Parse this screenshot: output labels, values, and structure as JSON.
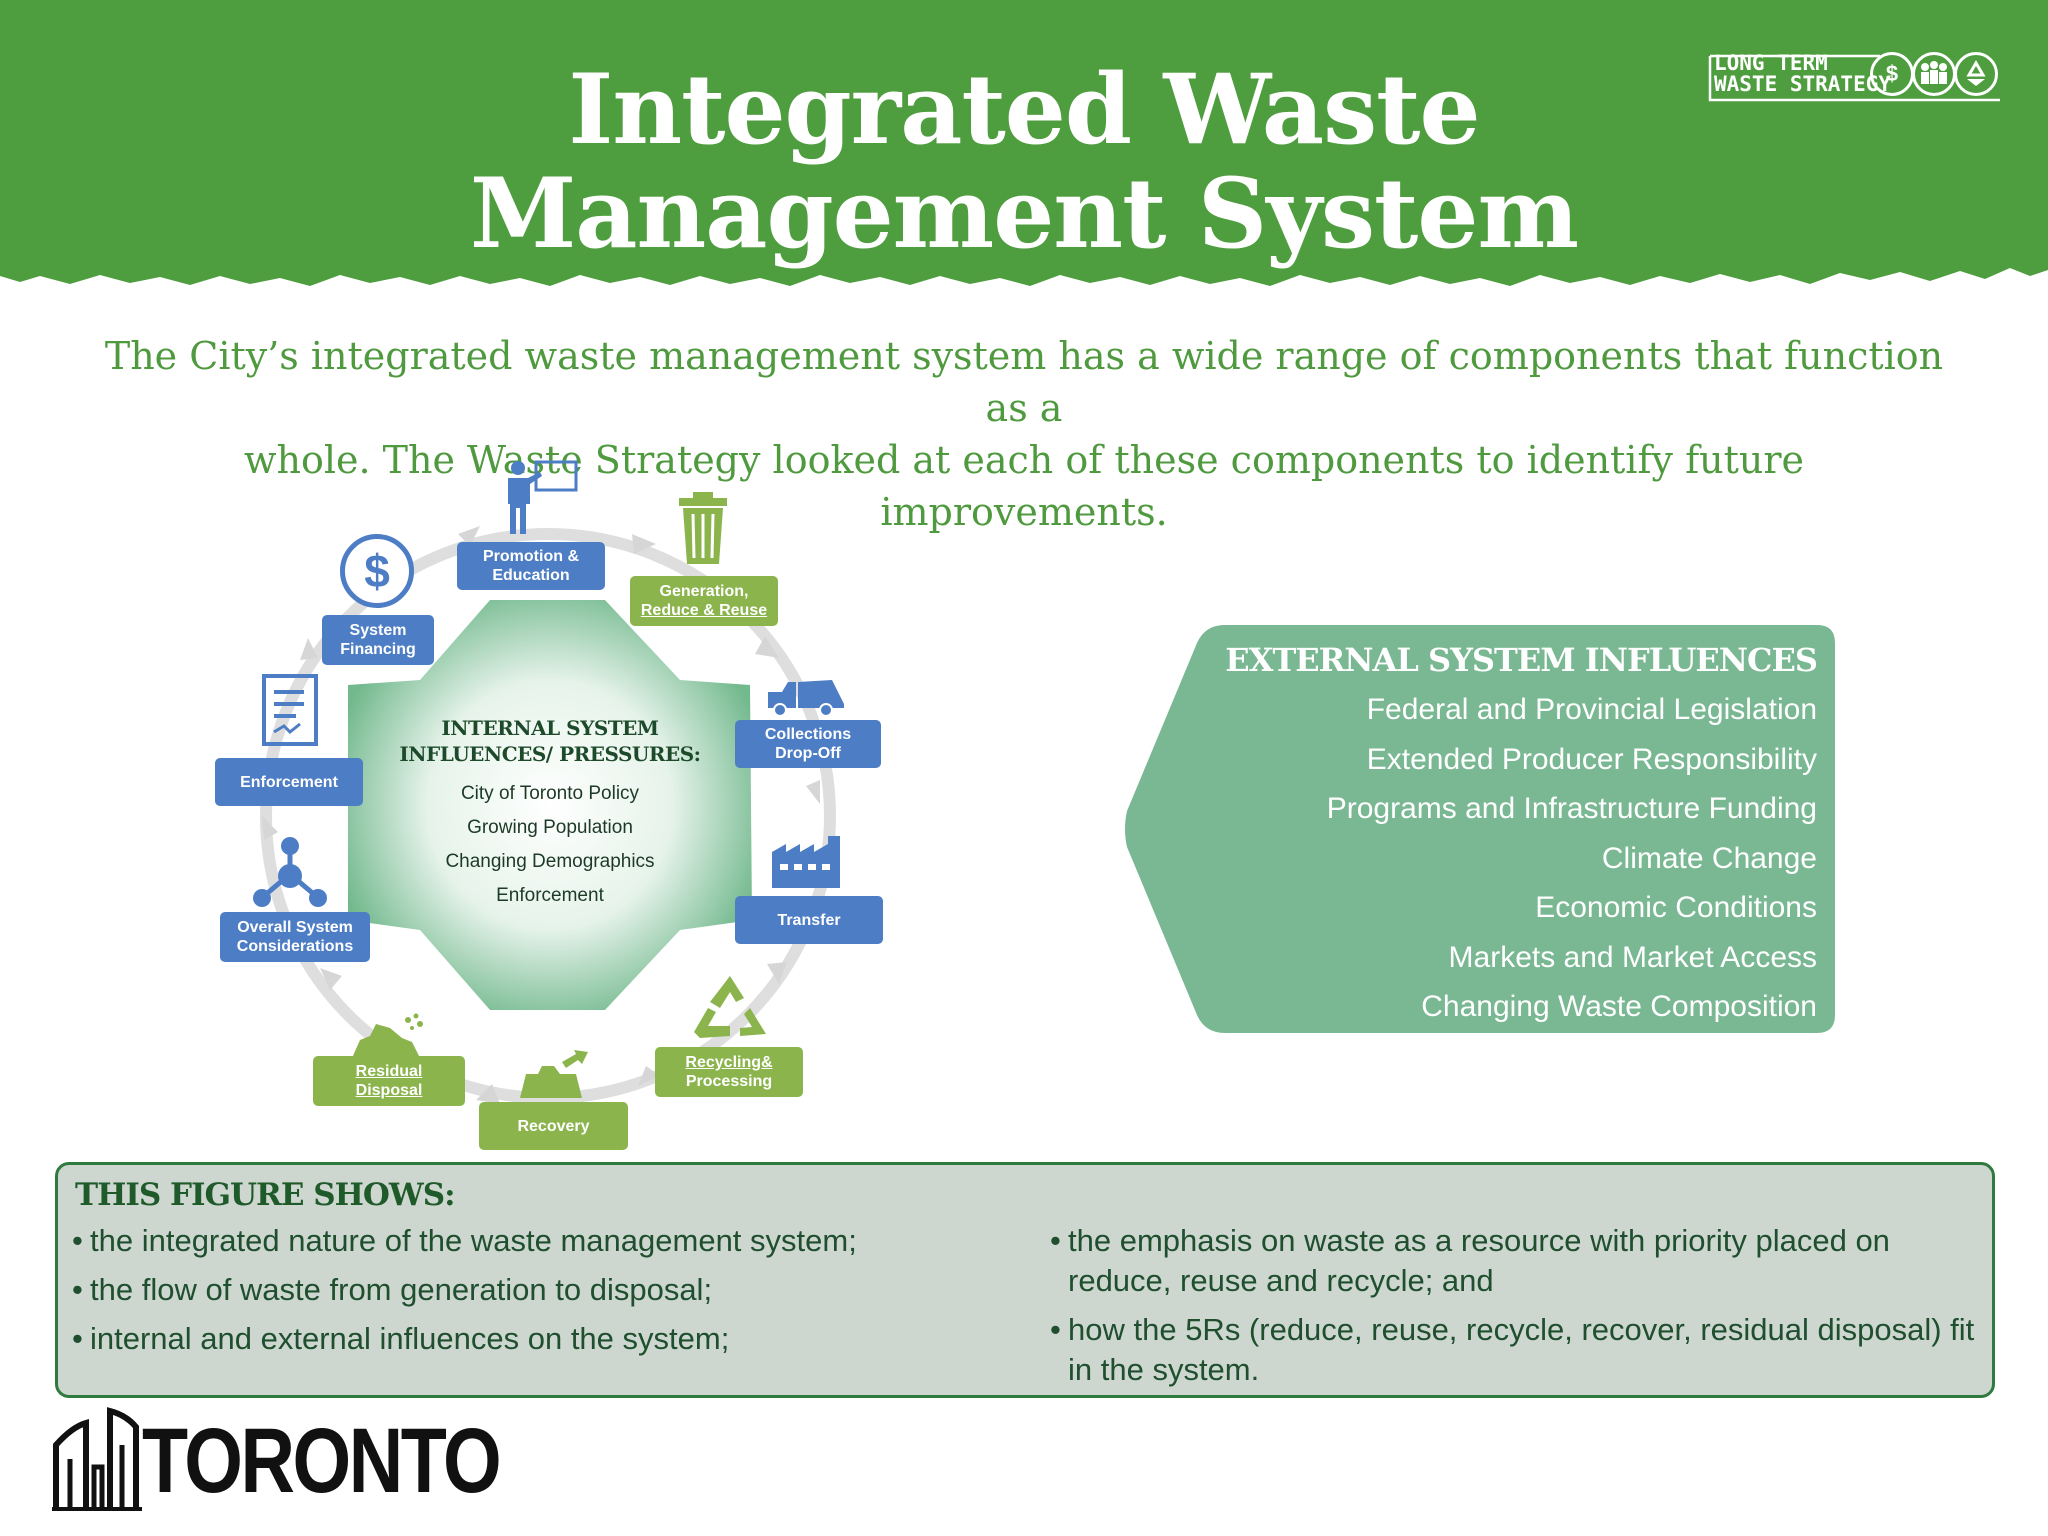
{
  "header": {
    "title_line1": "Integrated Waste",
    "title_line2": "Management System",
    "background_color": "#4e9d3e",
    "logo": {
      "line1": "LONG TERM",
      "line2": "WASTE STRATEGY",
      "icons": [
        "dollar-icon",
        "people-icon",
        "recycle-icon"
      ],
      "dollar_glyph": "$"
    }
  },
  "intro": {
    "line1": "The City’s integrated waste management system has a wide range of components that function as a",
    "line2": "whole. The Waste Strategy looked at each of these components to identify future improvements."
  },
  "diagram": {
    "internal": {
      "title_line1": "INTERNAL SYSTEM",
      "title_line2": "INFLUENCES/ PRESSURES:",
      "items": [
        "City of Toronto Policy",
        "Growing Population",
        "Changing Demographics",
        "Enforcement"
      ]
    },
    "nodes": {
      "promotion": {
        "line1": "Promotion &",
        "line2": "Education"
      },
      "generation": {
        "line1": "Generation,",
        "line2": "Reduce & Reuse"
      },
      "collections": {
        "line1": "Collections",
        "line2": "Drop-Off"
      },
      "transfer": {
        "label": "Transfer"
      },
      "recycling": {
        "line1": "Recycling&",
        "line2": "Processing"
      },
      "recovery": {
        "label": "Recovery"
      },
      "residual": {
        "line1": "Residual",
        "line2": "Disposal"
      },
      "overall": {
        "line1": "Overall System",
        "line2": "Considerations"
      },
      "enforcement": {
        "label": "Enforcement"
      },
      "financing": {
        "line1": "System",
        "line2": "Financing"
      },
      "financing_glyph": "$"
    },
    "colors": {
      "blue": "#4d7dc5",
      "green": "#8cb44d",
      "ring": "#dcdcdc"
    }
  },
  "external": {
    "title": "EXTERNAL SYSTEM INFLUENCES",
    "items": [
      "Federal and Provincial Legislation",
      "Extended Producer Responsibility",
      "Programs and Infrastructure Funding",
      "Climate Change",
      "Economic Conditions",
      "Markets and Market Access",
      "Changing Waste Composition"
    ],
    "color": "#7ab894"
  },
  "figure_shows": {
    "title": "THIS FIGURE SHOWS:",
    "left": [
      "the integrated nature of the waste management system;",
      "the flow of waste from generation to disposal;",
      "internal and external influences on the system;"
    ],
    "right": [
      "the emphasis on waste as a resource with priority placed on reduce, reuse and recycle; and",
      "how the 5Rs (reduce, reuse, recycle, recover, residual disposal) fit in the system."
    ]
  },
  "footer": {
    "logo_word": "TORONTO"
  }
}
